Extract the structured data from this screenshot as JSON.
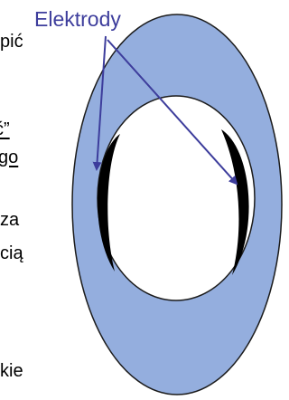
{
  "callout": {
    "label": "Elektrody"
  },
  "side_text": {
    "fragment_1": "pić",
    "fragment_2": "ć”",
    "fragment_3": "go",
    "fragment_4": "za",
    "fragment_5": "cią",
    "fragment_6": "kie"
  },
  "colors": {
    "ring_fill": "#94aede",
    "ring_stroke": "#1c1c1c",
    "hole_fill": "#ffffff",
    "electrode_fill": "#000000",
    "label_color": "#3d3d9c",
    "arrow_color": "#3d3d9c",
    "text_color": "#000000"
  }
}
